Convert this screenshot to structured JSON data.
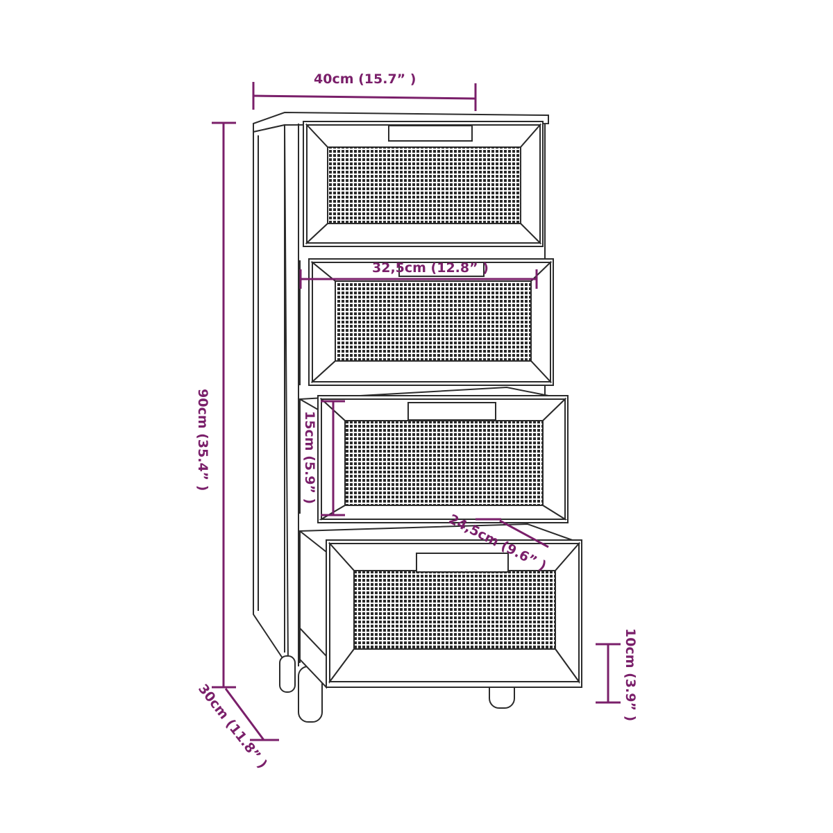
{
  "colors": {
    "dimension": "#7a1f6a",
    "outline": "#2b2b2b",
    "rattan": "#2a2a2a"
  },
  "dimensions": {
    "width": "40cm (15.7” )",
    "height": "90cm (35.4” )",
    "depth": "30cm (11.8” )",
    "drawer_width": "32,5cm (12.8” )",
    "drawer_height": "15cm (5.9” )",
    "drawer_depth": "24,5cm (9.6” )",
    "leg_height": "10cm (3.9” )"
  }
}
